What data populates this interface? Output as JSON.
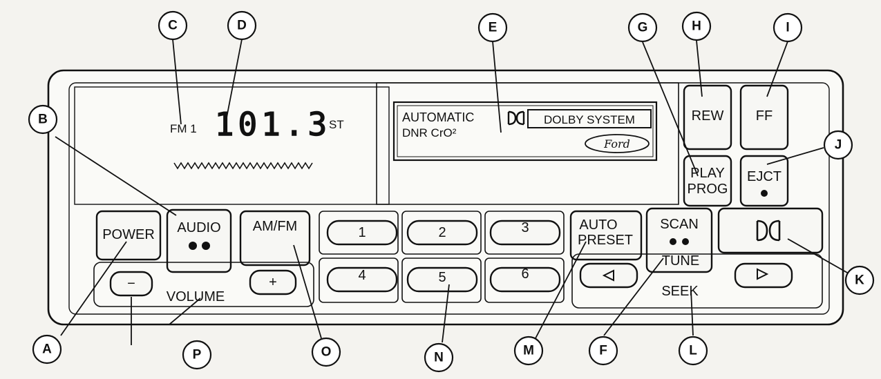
{
  "display": {
    "band": "FM 1",
    "frequency": "101.3",
    "stereo": "ST"
  },
  "cassette": {
    "line1": "AUTOMATIC",
    "line2": "DNR CrO²",
    "dolby_label": "DOLBY SYSTEM",
    "brand": "Ford"
  },
  "buttons": {
    "rew": "REW",
    "ff": "FF",
    "play_prog_line1": "PLAY",
    "play_prog_line2": "PROG",
    "ejct": "EJCT",
    "power": "POWER",
    "audio": "AUDIO",
    "am_fm": "AM/FM",
    "preset_1": "1",
    "preset_2": "2",
    "preset_3": "3",
    "preset_4": "4",
    "preset_5": "5",
    "preset_6": "6",
    "auto_line1": "AUTO",
    "auto_line2": "PRESET",
    "scan": "SCAN",
    "tune": "TUNE",
    "seek": "SEEK",
    "volume": "VOLUME",
    "vol_minus": "−",
    "vol_plus": "+"
  },
  "callouts": {
    "A": "A",
    "B": "B",
    "C": "C",
    "D": "D",
    "E": "E",
    "F": "F",
    "G": "G",
    "H": "H",
    "I": "I",
    "J": "J",
    "K": "K",
    "L": "L",
    "M": "M",
    "N": "N",
    "O": "O",
    "P": "P"
  }
}
